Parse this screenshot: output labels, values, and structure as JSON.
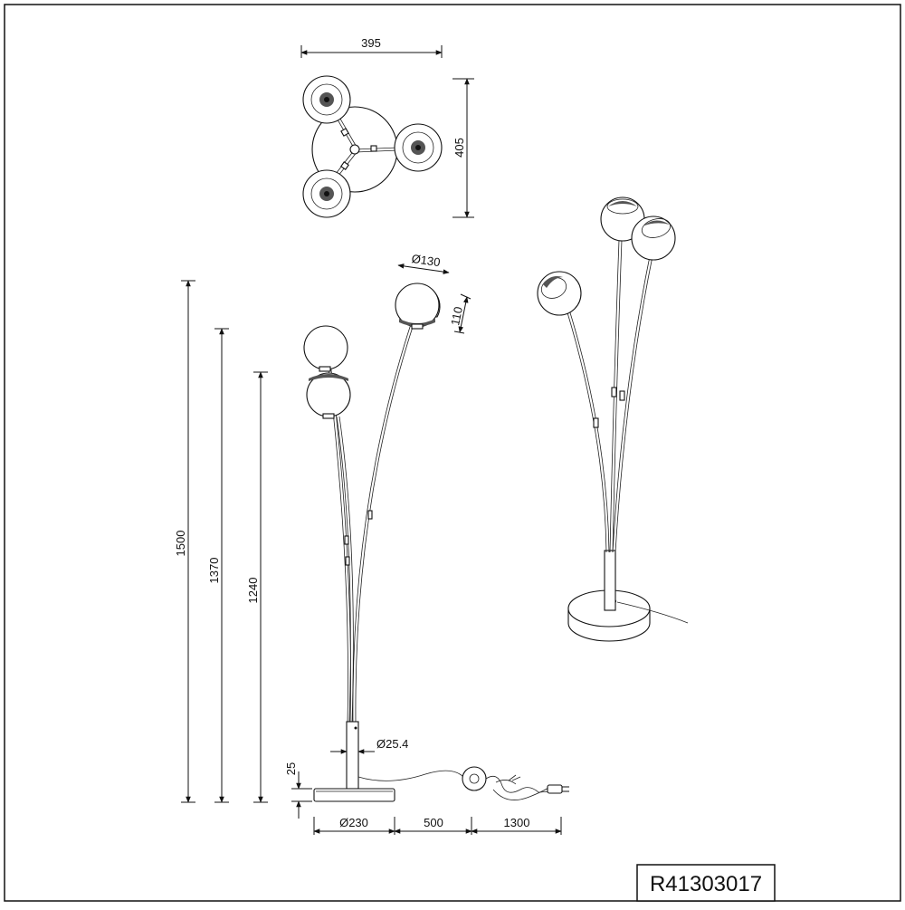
{
  "drawing": {
    "product_code": "R41303017",
    "top_view": {
      "width_label": "395",
      "depth_label": "405"
    },
    "side_view": {
      "height_total_label": "1500",
      "height_mid_label": "1370",
      "height_low_label": "1240",
      "shade_diameter_label": "Ø130",
      "shade_height_label": "110",
      "pole_diameter_label": "Ø25.4",
      "base_height_label": "25",
      "base_diameter_label": "Ø230",
      "cable_to_switch_label": "500",
      "cable_to_plug_label": "1300"
    }
  },
  "colors": {
    "line": "#111111",
    "background": "#ffffff",
    "shade_interior": "#555555"
  }
}
